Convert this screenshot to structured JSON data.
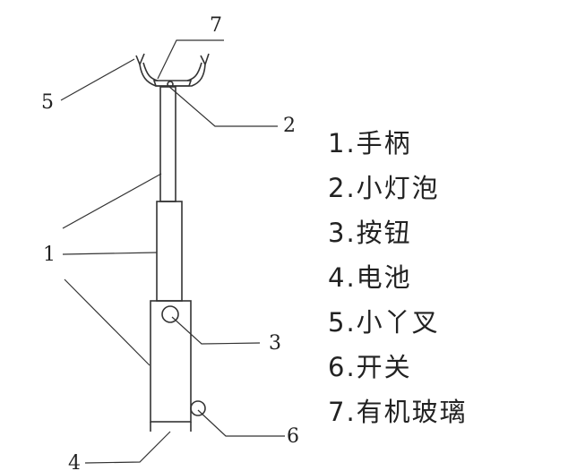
{
  "callouts": {
    "n1": "1",
    "n2": "2",
    "n3": "3",
    "n4": "4",
    "n5": "5",
    "n6": "6",
    "n7": "7"
  },
  "legend": [
    {
      "num": "1.",
      "label": "手柄"
    },
    {
      "num": "2.",
      "label": "小灯泡"
    },
    {
      "num": "3.",
      "label": "按钮"
    },
    {
      "num": "4.",
      "label": "电池"
    },
    {
      "num": "5.",
      "label": "小丫叉"
    },
    {
      "num": "6.",
      "label": "开关"
    },
    {
      "num": "7.",
      "label": "有机玻璃"
    }
  ]
}
